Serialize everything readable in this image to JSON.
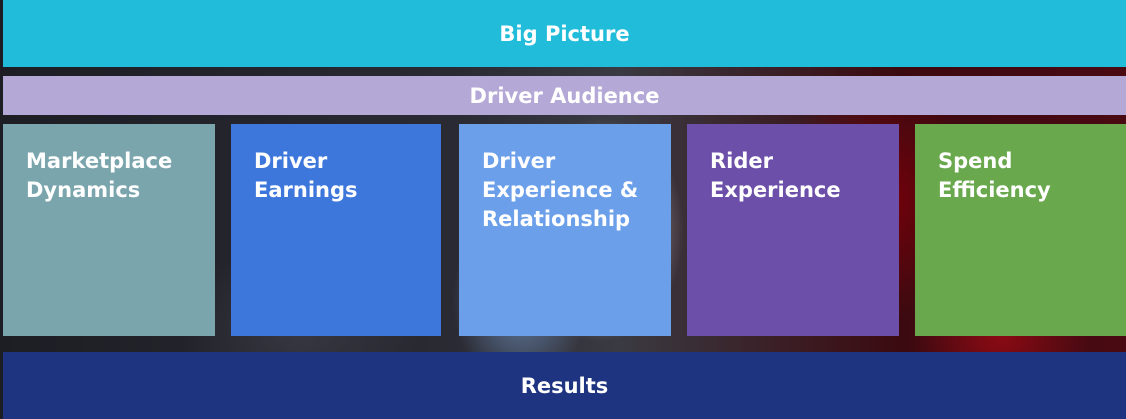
{
  "top_band": {
    "label": "Big Picture",
    "color": "#20bcd9"
  },
  "audience_band": {
    "label": "Driver Audience",
    "color": "#b3a8d6"
  },
  "pillars": [
    {
      "lines": [
        "Marketplace",
        "Dynamics"
      ],
      "color": "#7aa5ad"
    },
    {
      "lines": [
        "Driver",
        "Earnings"
      ],
      "color": "#3d77db"
    },
    {
      "lines": [
        "Driver",
        "Experience &",
        "Relationship"
      ],
      "color": "#6c9fea"
    },
    {
      "lines": [
        "Rider",
        "Experience"
      ],
      "color": "#6b4fa8"
    },
    {
      "lines": [
        "Spend",
        "Efficiency"
      ],
      "color": "#69a84d"
    }
  ],
  "results_band": {
    "label": "Results",
    "color": "#1e3480"
  }
}
